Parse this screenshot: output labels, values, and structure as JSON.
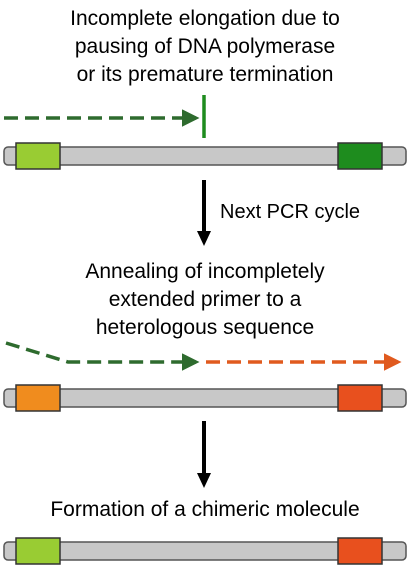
{
  "caption_1": [
    "Incomplete elongation due to",
    "pausing of DNA polymerase",
    "or its premature termination"
  ],
  "step_label": "Next PCR cycle",
  "caption_2": [
    "Annealing of incompletely",
    "extended primer to a",
    "heterologous sequence"
  ],
  "caption_3": "Formation of a chimeric molecule",
  "colors": {
    "dna_body": "#c8c8c8",
    "template1_left": "#99cc33",
    "template1_right": "#1e8c1e",
    "template2_left": "#f08c1e",
    "template2_right": "#e8501e",
    "chimera_left": "#99cc33",
    "chimera_right": "#e8501e",
    "extension_green": "#2e6b2e",
    "extension_orange": "#e05a1e",
    "stop_mark": "#1e8c1e"
  }
}
